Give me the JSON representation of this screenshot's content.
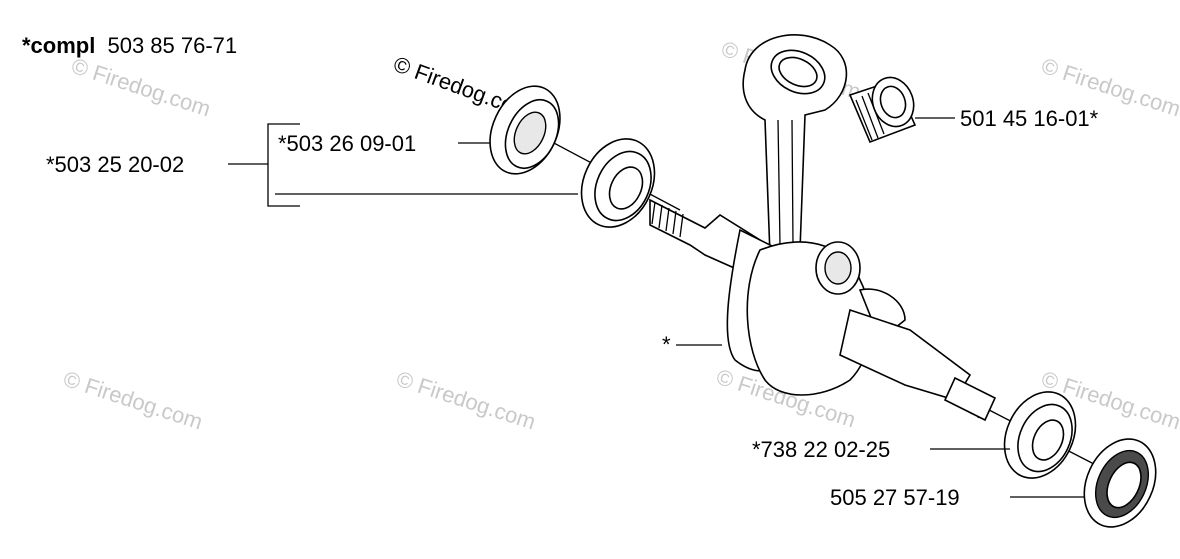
{
  "header": {
    "prefix": "*compl",
    "part_number": "503 85 76-71"
  },
  "watermark_text": "© Firedog.com",
  "callouts": {
    "crankshaft_assembly_star": "*",
    "bearing_kit": "*503 25 20-02",
    "seal_left": "*503 26 09-01",
    "needle_bearing": "501 45 16-01*",
    "bearing_right": "*738 22 02-25",
    "seal_right": "505 27 57-19"
  },
  "colors": {
    "line": "#000000",
    "watermark": "#c9c9c9",
    "background": "#ffffff"
  }
}
